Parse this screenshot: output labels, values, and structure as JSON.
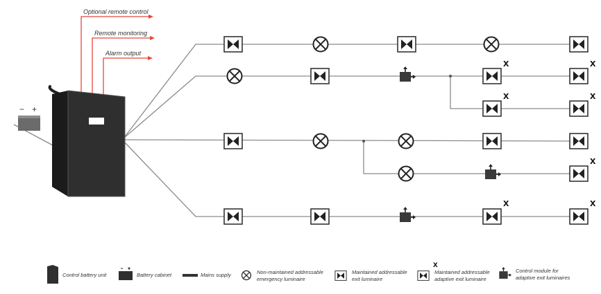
{
  "signals": {
    "remote_control": "Optional remote control",
    "remote_monitoring": "Remote monitoring",
    "alarm_output": "Alarm output"
  },
  "battery": {
    "minus": "−",
    "plus": "+"
  },
  "marks": {
    "adaptive": "x"
  },
  "legend": {
    "control_battery_unit": "Control battery unit",
    "battery_cabinet": "Battery cabinet",
    "mains_supply": "Mains supply",
    "nm_line1": "Non-maintained addressable",
    "nm_line2": "emergency luminaire",
    "m_line1": "Maintained addressable",
    "m_line2": "exit luminaire",
    "ma_line1": "Maintained addressable",
    "ma_line2": "adaptive exit luminaire",
    "cm_line1": "Control module for",
    "cm_line2": "adaptive exit luminaires"
  },
  "colors": {
    "signal": "#e8463a",
    "line": "#8a8a8a",
    "cabinet": "#2f2f2f",
    "battery": "#6b6b6b"
  }
}
